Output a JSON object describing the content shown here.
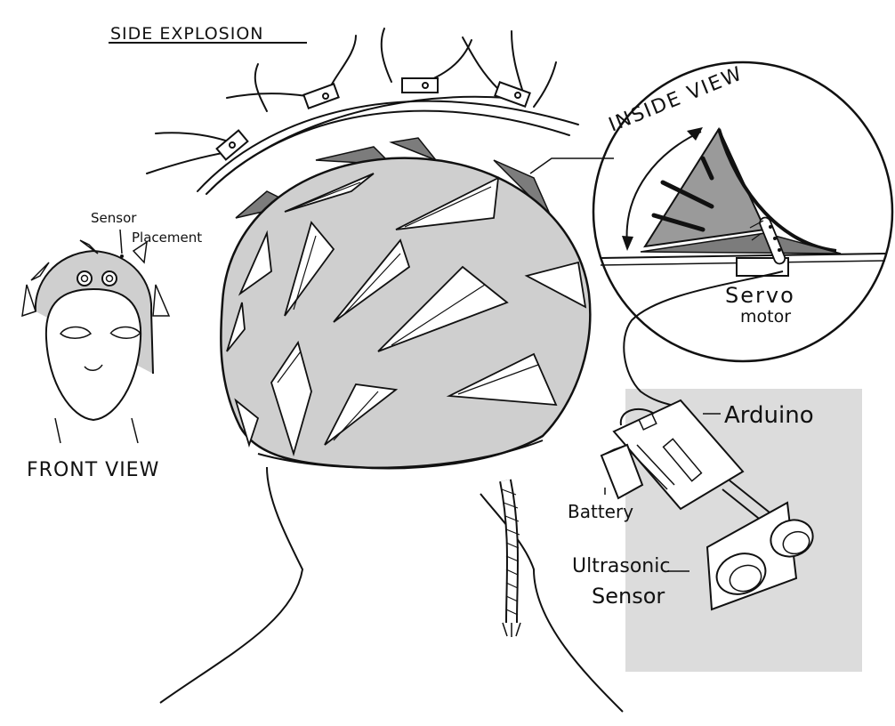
{
  "labels": {
    "side_explosion": "SIDE EXPLOSION",
    "inside_view": "INSIDE VIEW",
    "sensor_line1": "Sensor",
    "sensor_line2": "Placement",
    "front_view": "FRONT VIEW",
    "servo_line1": "Servo",
    "servo_line2": "motor",
    "arduino": "Arduino",
    "battery": "Battery",
    "ultrasonic_line1": "Ultrasonic",
    "ultrasonic_line2": "Sensor"
  },
  "colors": {
    "helmet_fill": "#cfcfcf",
    "fin_fill": "#7c7c7c",
    "panel_fill": "#dcdcdc",
    "ink": "#111111",
    "paper": "#ffffff"
  }
}
